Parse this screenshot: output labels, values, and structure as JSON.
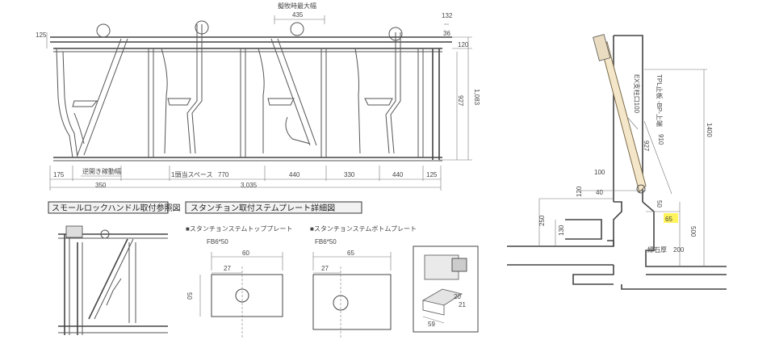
{
  "colors": {
    "line": "#555555",
    "highlight": "#fff45c",
    "pole": "#f4e6c8"
  },
  "main_view": {
    "top_label": "擬牧時最大幅",
    "dims": {
      "d435": "435",
      "d132": "132",
      "d125_left": "125",
      "d36": "36",
      "d120": "120",
      "d1083": "1,083",
      "d927": "927",
      "d175": "175",
      "d350": "350",
      "d770": "770",
      "d440a": "440",
      "d330": "330",
      "d440b": "440",
      "d125_right": "125",
      "d3035": "3,035"
    },
    "labels": {
      "reverse_open": "逆開き稼動幅",
      "one_head_space": "1頭当スペース"
    }
  },
  "detail_left": {
    "title": "スモールロックハンドル取付参照図"
  },
  "stem_plate": {
    "title": "スタンチョン取付ステムプレート詳細図",
    "top_title": "■スタンチョンステムトッププレート",
    "bottom_title": "■スタンチョンステムボトムプレート",
    "top_fb": "FB6*50",
    "top_width": "60",
    "top_offset": "27",
    "top_height": "50",
    "bottom_fb": "FB6*50",
    "bottom_width": "65",
    "bottom_offset": "27",
    "photo_dims": {
      "d59": "59",
      "d20": "20",
      "d21": "21"
    }
  },
  "side_view": {
    "labels": {
      "tpl": "TPL止板 -BP-上端",
      "ex": "EX支柱口100",
      "curb": "縁石厚"
    },
    "dims": {
      "d1400": "1400",
      "d910": "910",
      "d927": "927",
      "d100": "100",
      "d120": "120",
      "d40": "40",
      "d50": "50",
      "d250": "250",
      "d130": "130",
      "d65": "65",
      "d500": "500",
      "d200": "200"
    }
  }
}
